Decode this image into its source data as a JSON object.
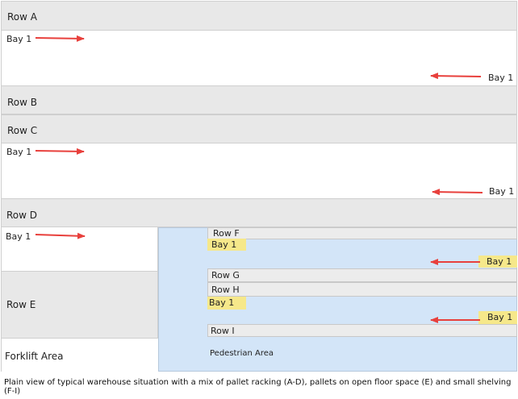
{
  "rows": {
    "a": "Row A",
    "b": "Row B",
    "c": "Row C",
    "d": "Row D",
    "e": "Row E",
    "f": "Row F",
    "g": "Row G",
    "h": "Row H",
    "i": "Row I"
  },
  "bay_label": "Bay 1",
  "areas": {
    "forklift": "Forklift Area",
    "pedestrian": "Pedestrian Area"
  },
  "caption": "Plain view of typical warehouse situation with a mix of pallet racking (A-D), pallets on open floor space (E) and small shelving (F-I)",
  "colors": {
    "arrow": "#e8403c",
    "highlight": "#f6e88a",
    "pedestrian": "#d3e5f8",
    "band": "#e8e8e8"
  }
}
